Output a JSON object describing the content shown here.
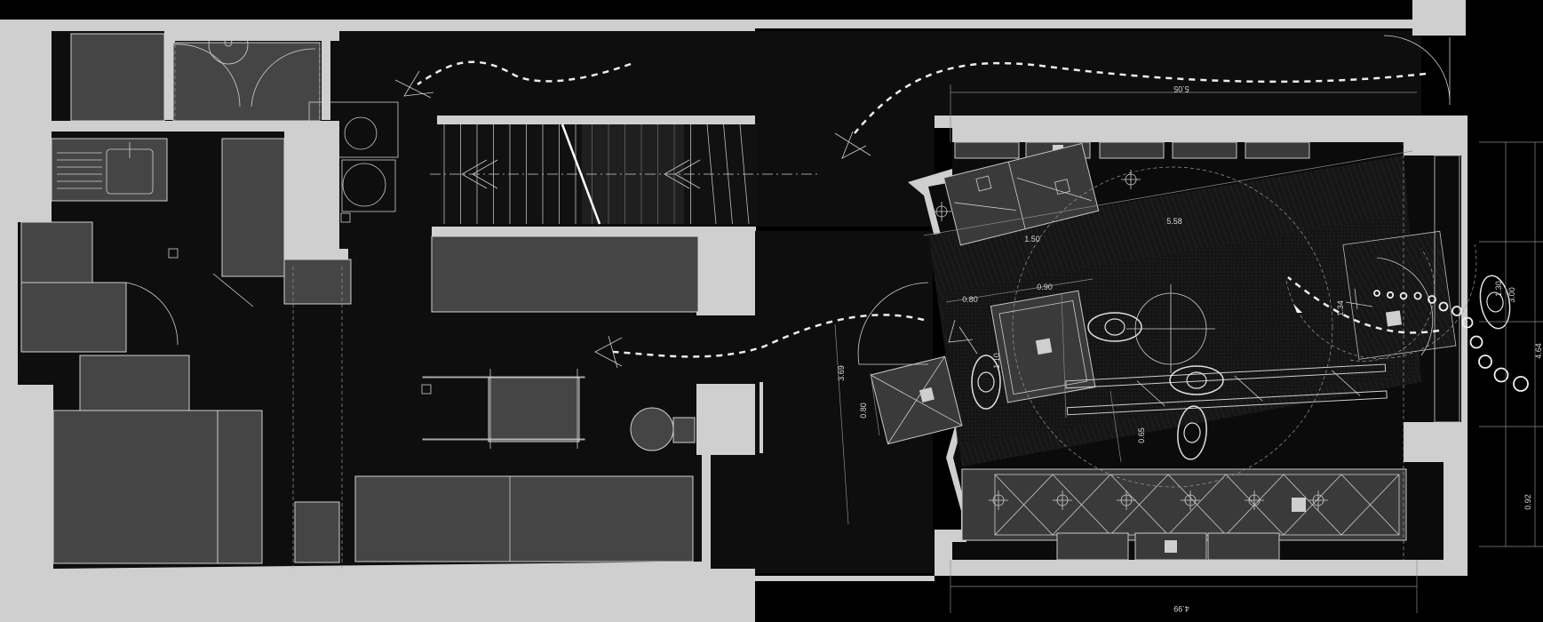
{
  "dimensions": {
    "top_width": "5.05",
    "room_length": "5.58",
    "bench_offset": "1.50",
    "island_width": "0.90",
    "island_left_gap": "0.80",
    "island_depth": "1.10",
    "aisle_width": "0.65",
    "door_diagonal": "3.69",
    "door_width": "0.80",
    "fitting_width": "1.34",
    "right_segment_a": "1.30",
    "right_segment_b": "3.00",
    "right_total": "4.64",
    "right_segment_c": "0.92",
    "bottom_width": "4.99"
  },
  "colors": {
    "background": "#000000",
    "floor": "#0f0f0f",
    "walls": "#cfcfcf",
    "furniture": "#454545",
    "lines": "#e0e0e0"
  },
  "icons": [
    "arrow-icon",
    "footstep-icon",
    "person-icon",
    "light-fixture-icon",
    "sink-icon"
  ]
}
